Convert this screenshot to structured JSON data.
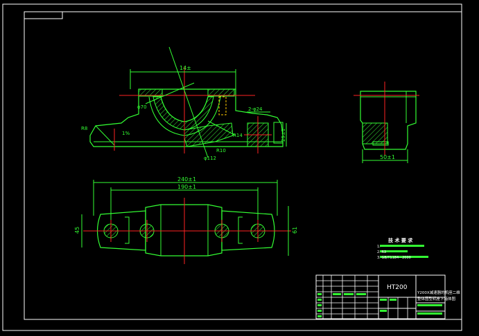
{
  "drawing": {
    "dims_front": {
      "top_width": "14±",
      "phi_inner": "φ70",
      "r8": "R8",
      "angle": "1%",
      "r10": "R10",
      "r14": "R14",
      "phi_outer": "φ112",
      "holes": "2-φ24",
      "height_right": "29±1"
    },
    "dims_side": {
      "width": "50±1"
    },
    "dims_plan": {
      "overall": "240±1",
      "centers": "190±1",
      "left": "45",
      "right": "61"
    },
    "tech_req": {
      "title": "技 术 要 求",
      "line1": "1.",
      "line2": "2.              R3",
      "line3": "3.                      GB/T1184—2000"
    },
    "title_block": {
      "material": "HT200",
      "name_line1": "Y200X减速器的机座二维",
      "name_line2": "整体图型机座下箱体图"
    }
  },
  "colors": {
    "background": "#000000",
    "frame": "#ffffff",
    "outline": "#33ff33",
    "center": "#ff2222",
    "hatch": "#00ff00"
  }
}
